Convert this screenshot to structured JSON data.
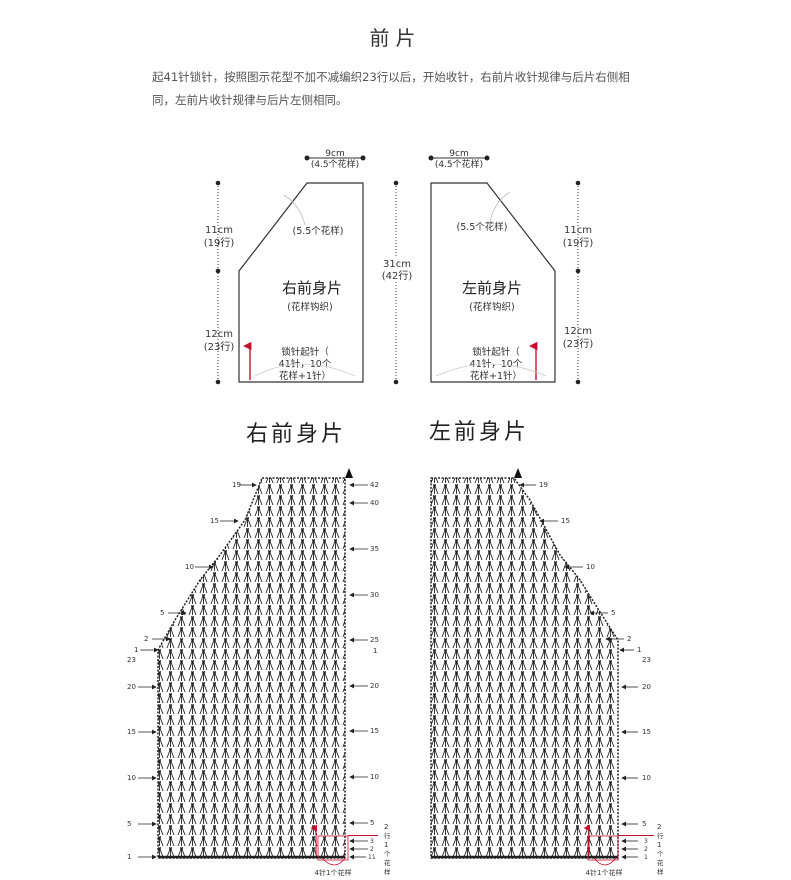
{
  "page": {
    "title": "前片",
    "description": "起41针锁针，按照图示花型不加不减编织23行以后，开始收针，右前片收针规律与后片右侧相同，左前片收针规律与后片左侧相同。"
  },
  "schematic": {
    "top_width": "9cm",
    "top_width_note": "(4.5个花样)",
    "upper_height": "11cm",
    "upper_rows": "(19行)",
    "lower_height": "12cm",
    "lower_rows": "(23行)",
    "total_height": "31cm",
    "total_rows": "(42行)",
    "slope_note": "(5.5个花样)",
    "right_panel_name": "右前身片",
    "left_panel_name": "左前身片",
    "panel_sub": "(花样钩织)",
    "start_line1": "锁针起针（",
    "start_line2": "41针，10个",
    "start_line3": "花样+1针）"
  },
  "charts": {
    "right_title": "右前身片",
    "left_title": "左前身片",
    "right_left_rows": [
      "19",
      "15",
      "10",
      "5",
      "2",
      "1",
      "23",
      "20",
      "15",
      "10",
      "5",
      "1"
    ],
    "right_right_rows": [
      "42",
      "40",
      "35",
      "30",
      "25",
      "1",
      "20",
      "15",
      "10",
      "5",
      "3",
      "2",
      "11"
    ],
    "left_right_rows": [
      "19",
      "15",
      "10",
      "5",
      "2",
      "1",
      "23",
      "20",
      "15",
      "10",
      "5",
      "3",
      "2",
      "1"
    ],
    "repeat_note_line1": "2",
    "repeat_note_line2": "行",
    "repeat_note_line3": "1",
    "repeat_note_line4": "个",
    "repeat_note_line5": "花",
    "repeat_note_line6": "样",
    "bottom_note": "4针1个花样"
  },
  "colors": {
    "arrow_red": "#c8102e",
    "ink": "#222222"
  }
}
